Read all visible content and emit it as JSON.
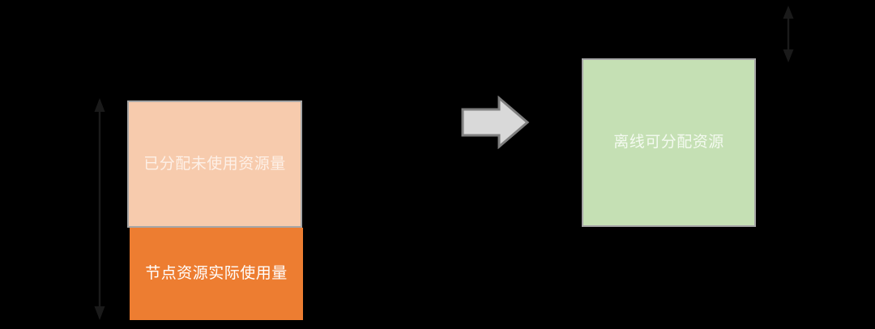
{
  "diagram": {
    "title": "Node resource reclamation diagram",
    "background_color": "#000000",
    "left_stack": {
      "name": "node-resource-stack",
      "segments": [
        {
          "id": "allocated-unused",
          "label": "已分配未使用资源量",
          "fill_color": "#F7CBAD",
          "border_color": "#A6A6A6",
          "text_color": "#FFFFFF"
        },
        {
          "id": "actual-usage",
          "label": "节点资源实际使用量",
          "fill_color": "#ED7D31",
          "border_color": "#ED7D31",
          "text_color": "#FFFFFF"
        }
      ],
      "dimension_arrow": {
        "name": "total-capacity-dimension-arrow",
        "label": "",
        "color": "#1A1A1A",
        "orientation": "vertical",
        "heads": "double"
      }
    },
    "transform_arrow": {
      "name": "transform-arrow",
      "direction": "right",
      "fill_color": "#D9D9D9",
      "border_color": "#7F7F7F"
    },
    "right_stack": {
      "name": "offline-allocatable-stack",
      "segments": [
        {
          "id": "offline-allocatable",
          "label": "离线可分配资源",
          "fill_color": "#C5E0B4",
          "border_color": "#A6A6A6",
          "text_color": "#FFFFFF"
        }
      ],
      "dimension_arrow": {
        "name": "offline-headroom-dimension-arrow",
        "label": "",
        "color": "#1A1A1A",
        "orientation": "vertical",
        "heads": "double"
      }
    }
  }
}
